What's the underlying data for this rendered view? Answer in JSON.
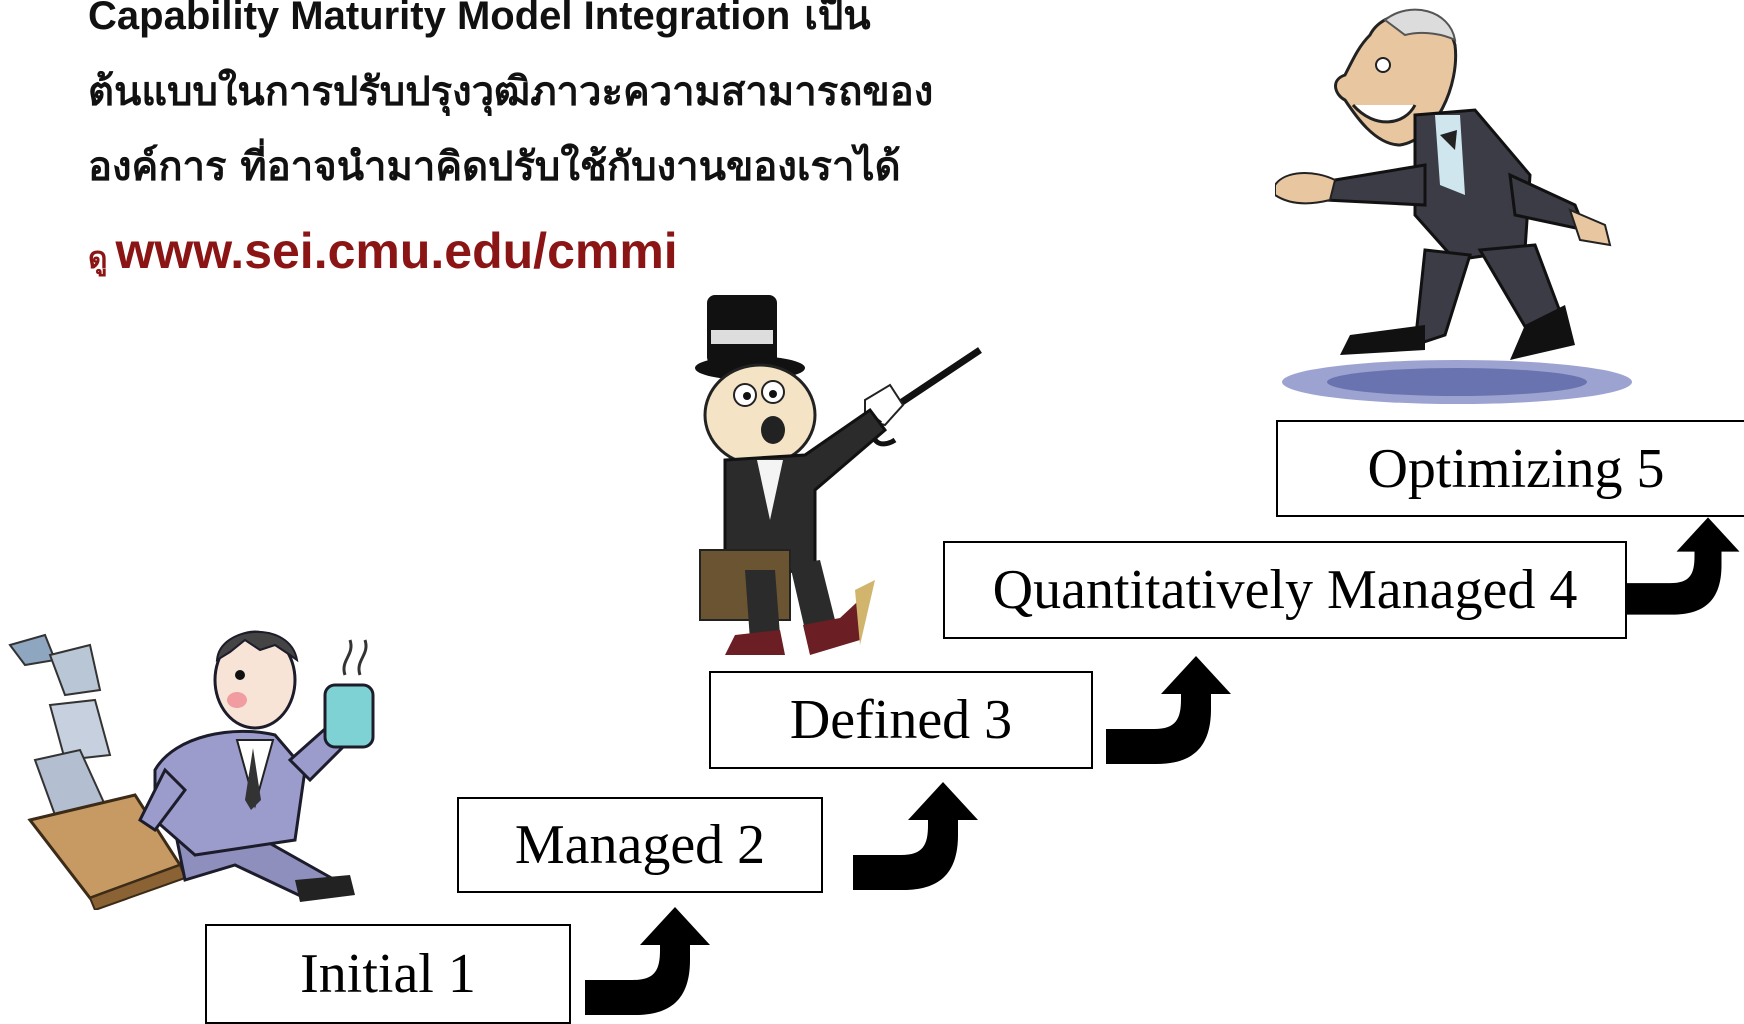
{
  "intro": {
    "line1_latin": "Capability Maturity Model Integration",
    "line1_thai": " เป็น",
    "line2": "ต้นแบบในการปรับปรุงวุฒิภาวะความสามารถของ",
    "line3": "องค์การ  ที่อาจนำมาคิดปรับใช้กับงานของเราได้"
  },
  "reference": {
    "prefix": "ดู",
    "url": "www.sei.cmu.edu/cmmi"
  },
  "levels": [
    {
      "label": "Initial 1"
    },
    {
      "label": "Managed 2"
    },
    {
      "label": "Defined 3"
    },
    {
      "label": "Quantitatively Managed 4"
    },
    {
      "label": "Optimizing 5"
    }
  ],
  "colors": {
    "text": "#111111",
    "link": "#8b1414",
    "box_border": "#000000",
    "arrow": "#000000"
  },
  "illustrations": {
    "level1": "hurried-office-worker-clipart",
    "level3": "top-hat-man-with-cane-clipart",
    "level5": "elderly-gentleman-in-tuxedo-clipart"
  }
}
